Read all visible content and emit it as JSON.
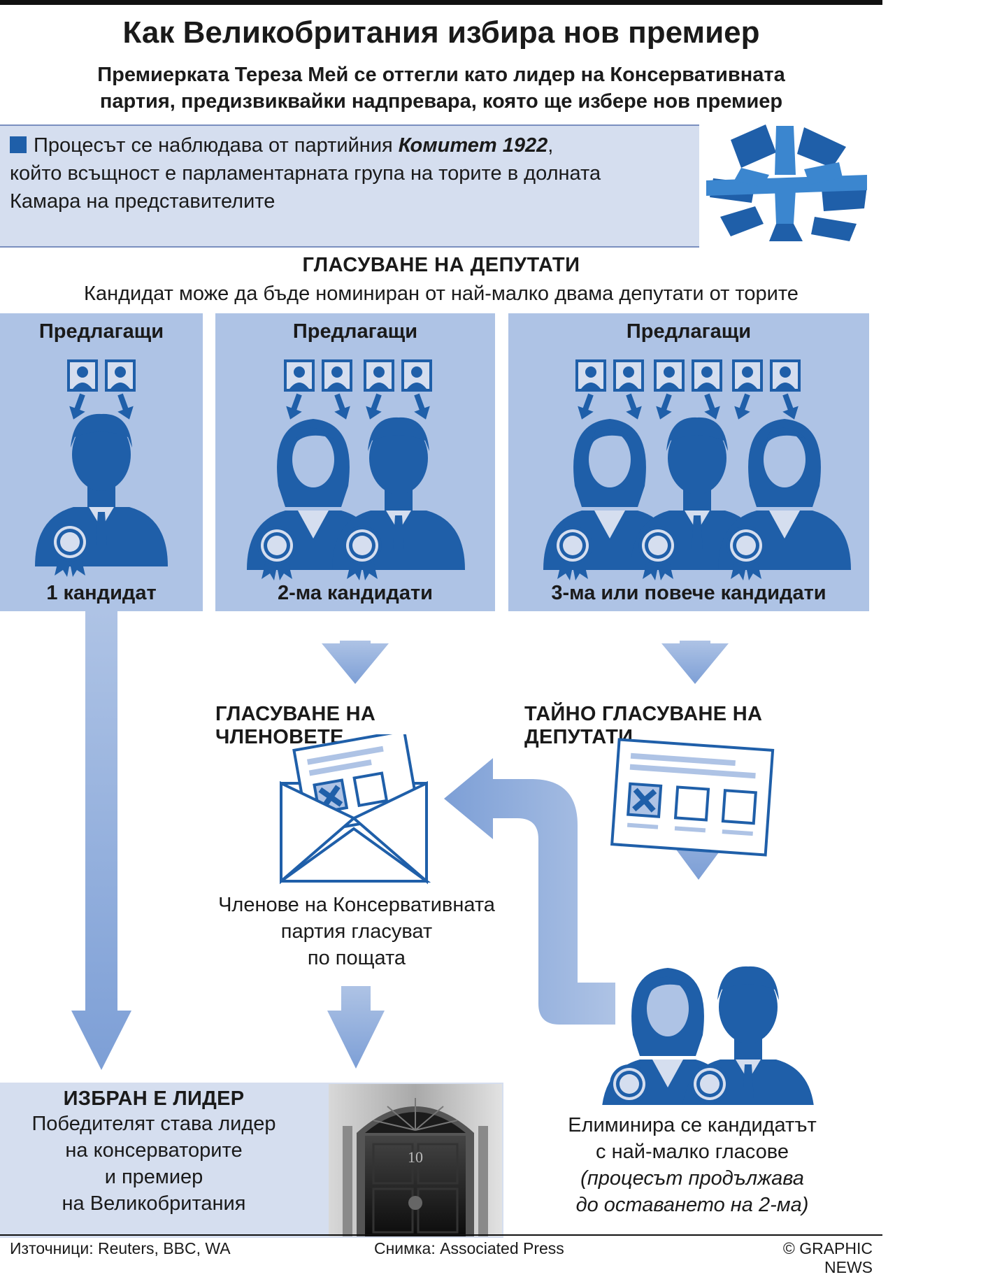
{
  "header": {
    "title": "Как Великобритания избира нов премиер",
    "subtitle_line1": "Премиерката Тереза Мей се оттегли като лидер на Консервативната",
    "subtitle_line2": "партия, предизвиквайки надпревара, която ще избере нов премиер"
  },
  "info": {
    "text_before": "Процесът се наблюдава от партийния ",
    "committee": "Комитет 1922",
    "text_after": ",",
    "line2": "който всъщност е парламентарната група на торите в долната",
    "line3": "Камара на представителите"
  },
  "mp_voting": {
    "title": "ГЛАСУВАНЕ НА ДЕПУТАТИ",
    "description": "Кандидат може да бъде номиниран от най-малко двама депутати от торите"
  },
  "panels": [
    {
      "head": "Предлагащи",
      "foot": "1 кандидат"
    },
    {
      "head": "Предлагащи",
      "foot": "2-ма кандидати"
    },
    {
      "head": "Предлагащи",
      "foot": "3-ма или повече кандидати"
    }
  ],
  "members_vote": {
    "title": "ГЛАСУВАНЕ НА ЧЛЕНОВЕТЕ",
    "line1": "Членове на Консервативната",
    "line2": "партия гласуват",
    "line3": "по пощата"
  },
  "secret_ballot": {
    "title": "ТАЙНО ГЛАСУВАНЕ НА ДЕПУТАТИ"
  },
  "elimination": {
    "line1": "Елиминира се кандидатът",
    "line2": "с най-малко гласове",
    "line3": "(процесът продължава",
    "line4": "до оставането на 2-ма)"
  },
  "leader": {
    "title": "ИЗБРАН Е ЛИДЕР",
    "line1": "Победителят става лидер",
    "line2": "на консерваторите",
    "line3": "и премиер",
    "line4": "на Великобритания",
    "door_number": "10"
  },
  "footer": {
    "sources": "Източници: Reuters, BBC, WA",
    "photo": "Снимка: Associated Press",
    "copyright": "© GRAPHIC NEWS"
  },
  "colors": {
    "dark_blue": "#1f5fa9",
    "panel_blue": "#aec3e5",
    "light_blue": "#d5deef",
    "arrow_blue": "#8eaadb"
  }
}
